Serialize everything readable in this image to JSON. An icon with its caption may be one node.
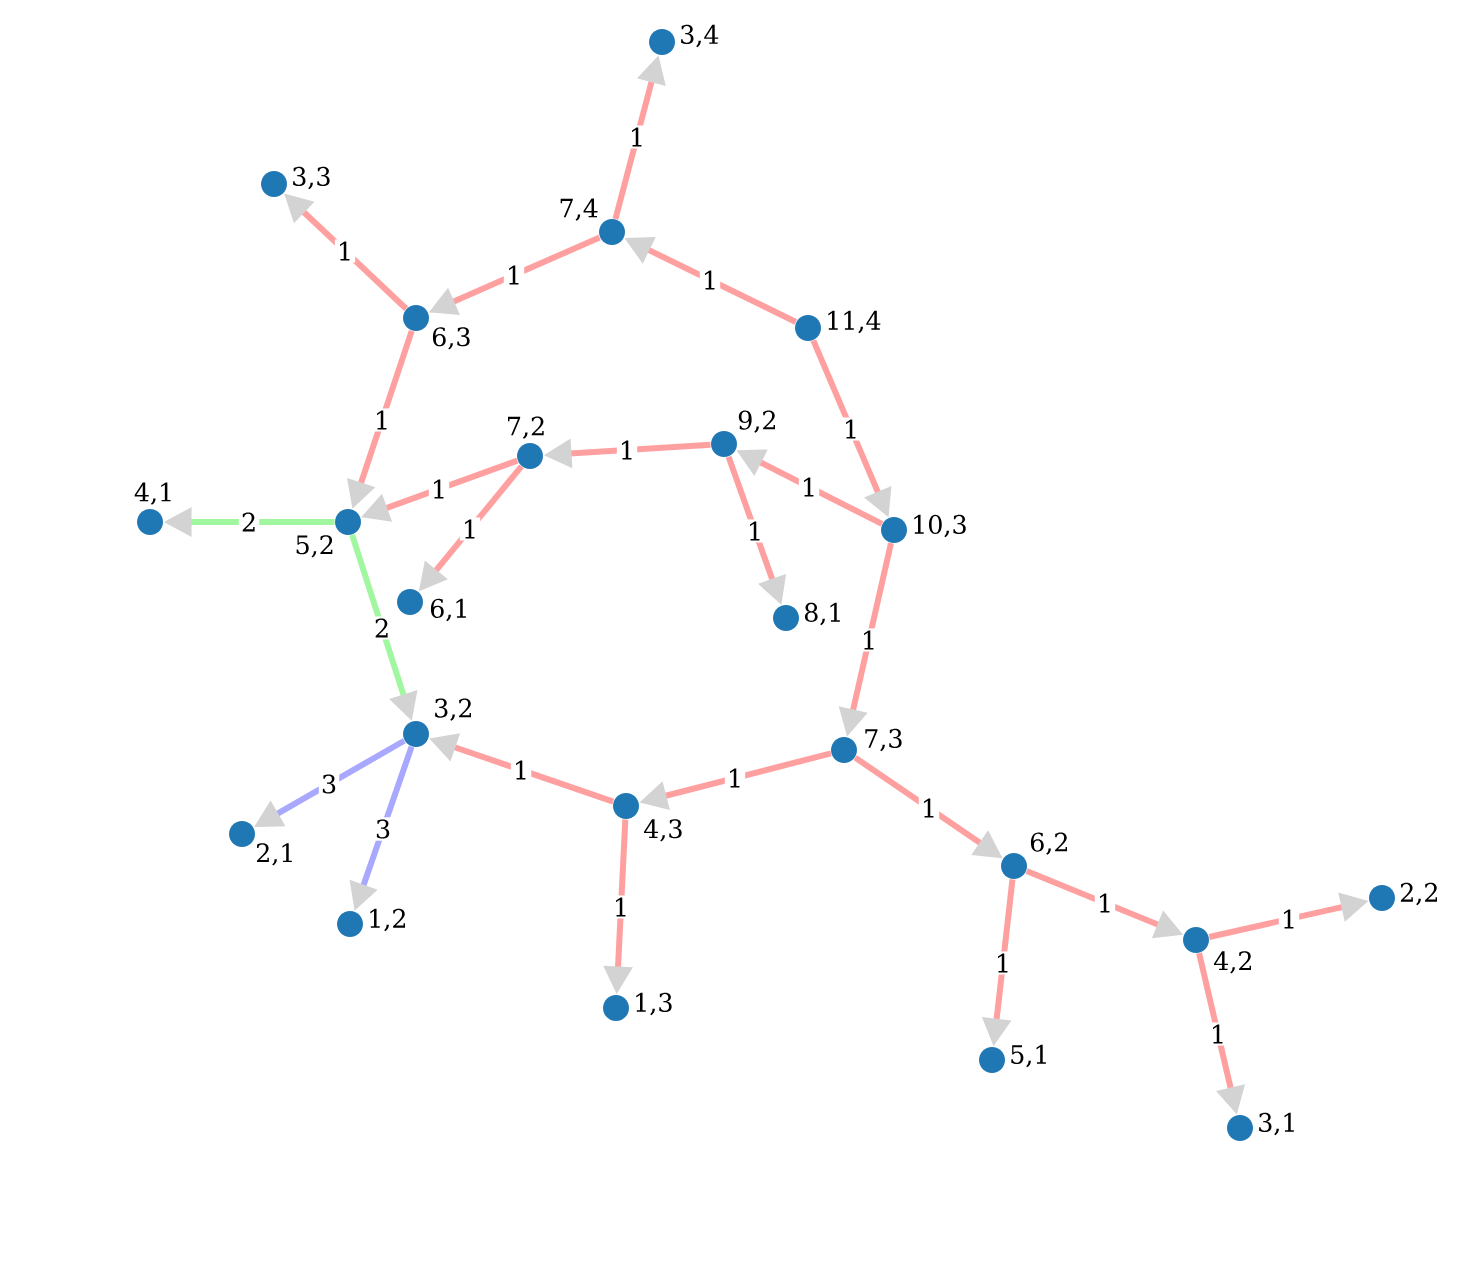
{
  "diagram": {
    "nodes": [
      {
        "text": [],
        "shape": "circle",
        "beside": [
          "3,4"
        ]
      },
      {
        "text": [],
        "shape": "circle",
        "beside": [
          "3,3"
        ]
      },
      {
        "text": [],
        "shape": "circle",
        "beside": [
          "7,4"
        ]
      },
      {
        "text": [],
        "shape": "circle",
        "beside": [
          "6,3"
        ]
      },
      {
        "text": [],
        "shape": "circle",
        "beside": [
          "11,4"
        ]
      },
      {
        "text": [],
        "shape": "circle",
        "beside": [
          "7,2"
        ]
      },
      {
        "text": [],
        "shape": "circle",
        "beside": [
          "9,2"
        ]
      },
      {
        "text": [],
        "shape": "circle",
        "beside": [
          "4,1"
        ]
      },
      {
        "text": [],
        "shape": "circle",
        "beside": [
          "5,2"
        ]
      },
      {
        "text": [],
        "shape": "circle",
        "beside": [
          "10,3"
        ]
      },
      {
        "text": [],
        "shape": "circle",
        "beside": [
          "6,1"
        ]
      },
      {
        "text": [],
        "shape": "circle",
        "beside": [
          "8,1"
        ]
      },
      {
        "text": [],
        "shape": "circle",
        "beside": [
          "3,2"
        ]
      },
      {
        "text": [],
        "shape": "circle",
        "beside": [
          "7,3"
        ]
      },
      {
        "text": [],
        "shape": "circle",
        "beside": [
          "4,3"
        ]
      },
      {
        "text": [],
        "shape": "circle",
        "beside": [
          "2,1"
        ]
      },
      {
        "text": [],
        "shape": "circle",
        "beside": [
          "6,2"
        ]
      },
      {
        "text": [],
        "shape": "circle",
        "beside": [
          "2,2"
        ]
      },
      {
        "text": [],
        "shape": "circle",
        "beside": [
          "1,2"
        ]
      },
      {
        "text": [],
        "shape": "circle",
        "beside": [
          "4,2"
        ]
      },
      {
        "text": [],
        "shape": "circle",
        "beside": [
          "1,3"
        ]
      },
      {
        "text": [],
        "shape": "circle",
        "beside": [
          "5,1"
        ]
      },
      {
        "text": [],
        "shape": "circle",
        "beside": [
          "3,1"
        ]
      }
    ],
    "edges": [
      {
        "from": 2,
        "to": 0,
        "arrow": "to",
        "label": "1"
      },
      {
        "from": 3,
        "to": 1,
        "arrow": "to",
        "label": "1"
      },
      {
        "from": 2,
        "to": 3,
        "arrow": "to",
        "label": "1"
      },
      {
        "from": 4,
        "to": 2,
        "arrow": "to",
        "label": "1"
      },
      {
        "from": 3,
        "to": 8,
        "arrow": "to",
        "label": "1"
      },
      {
        "from": 4,
        "to": 9,
        "arrow": "to",
        "label": "1"
      },
      {
        "from": 6,
        "to": 5,
        "arrow": "to",
        "label": "1"
      },
      {
        "from": 9,
        "to": 6,
        "arrow": "to",
        "label": "1"
      },
      {
        "from": 5,
        "to": 8,
        "arrow": "to",
        "label": "1"
      },
      {
        "from": 5,
        "to": 10,
        "arrow": "to",
        "label": "1"
      },
      {
        "from": 6,
        "to": 11,
        "arrow": "to",
        "label": "1"
      },
      {
        "from": 8,
        "to": 7,
        "arrow": "to",
        "label": "2",
        "color": "#a0f7a0"
      },
      {
        "from": 8,
        "to": 12,
        "arrow": "to",
        "label": "2",
        "color": "#a0f7a0"
      },
      {
        "from": 9,
        "to": 13,
        "arrow": "to",
        "label": "1"
      },
      {
        "from": 14,
        "to": 12,
        "arrow": "to",
        "label": "1"
      },
      {
        "from": 13,
        "to": 14,
        "arrow": "to",
        "label": "1"
      },
      {
        "from": 12,
        "to": 15,
        "arrow": "to",
        "label": "3",
        "color": "#a8a8ff"
      },
      {
        "from": 12,
        "to": 18,
        "arrow": "to",
        "label": "3",
        "color": "#a8a8ff"
      },
      {
        "from": 14,
        "to": 20,
        "arrow": "to",
        "label": "1"
      },
      {
        "from": 13,
        "to": 16,
        "arrow": "to",
        "label": "1"
      },
      {
        "from": 16,
        "to": 19,
        "arrow": "to",
        "label": "1"
      },
      {
        "from": 16,
        "to": 21,
        "arrow": "to",
        "label": "1"
      },
      {
        "from": 19,
        "to": 17,
        "arrow": "to",
        "label": "1"
      },
      {
        "from": 19,
        "to": 22,
        "arrow": "to",
        "label": "1"
      }
    ]
  }
}
